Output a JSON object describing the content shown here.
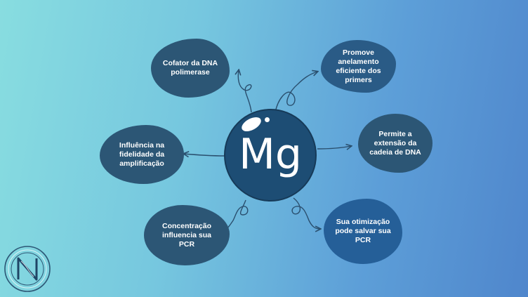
{
  "center": {
    "symbol": "Mg"
  },
  "nodes": [
    {
      "id": "cofator",
      "text": [
        "Cofator da DNA",
        "polimerase"
      ]
    },
    {
      "id": "anelamento",
      "text": [
        "Promove",
        "anelamento",
        "eficiente dos",
        "primers"
      ]
    },
    {
      "id": "extensao",
      "text": [
        "Permite a",
        "extensão da",
        "cadeia de DNA"
      ]
    },
    {
      "id": "otimizacao",
      "text": [
        "Sua otimização",
        "pode salvar sua",
        "PCR"
      ]
    },
    {
      "id": "concentracao",
      "text": [
        "Concentração",
        "influencia sua",
        "PCR"
      ]
    },
    {
      "id": "fidelidade",
      "text": [
        "Influência na",
        "fidelidade da",
        "amplificação"
      ]
    }
  ],
  "colors": {
    "node": "#2c5675",
    "center": "#1d4d74",
    "arrow": "#2a4f6e"
  },
  "logo": {
    "icon": "n-monogram-logo"
  }
}
